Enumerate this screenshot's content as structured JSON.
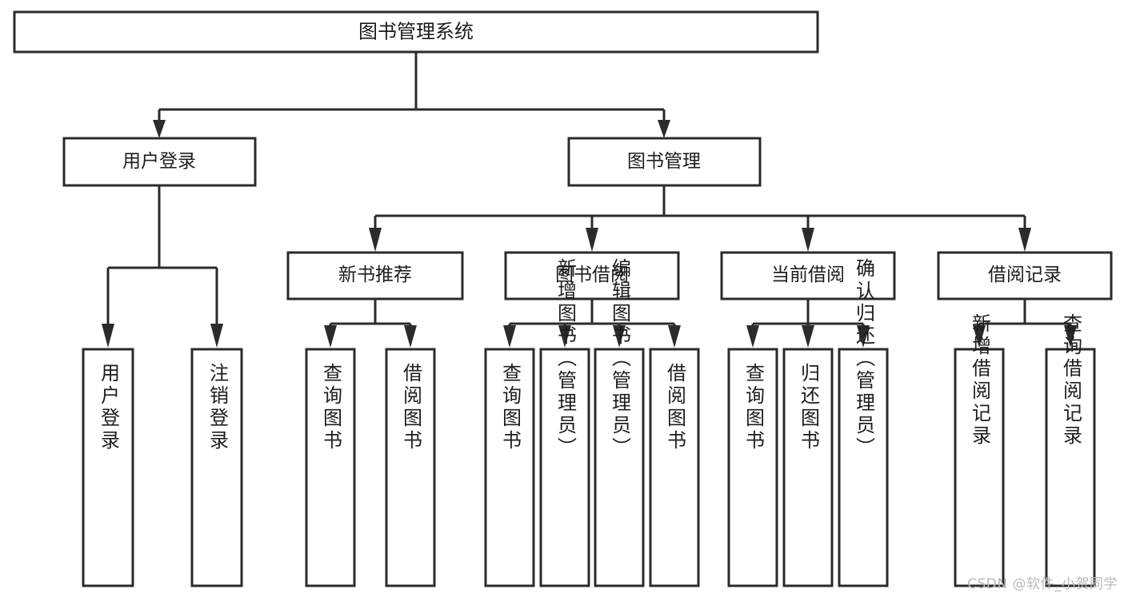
{
  "diagram": {
    "title_text": "图书管理系统",
    "type": "tree-hierarchy-chart",
    "line_color": "#2b2b2b",
    "box_fill": "#ffffff",
    "text_color": "#1d1d1d",
    "root": {
      "label": "图书管理系统",
      "name": "root-node"
    },
    "level2": [
      {
        "label": "用户登录",
        "name": "node-user-login"
      },
      {
        "label": "图书管理",
        "name": "node-book-management"
      }
    ],
    "level3": [
      {
        "label": "新书推荐",
        "name": "node-new-book-recommend"
      },
      {
        "label": "图书借阅",
        "name": "node-book-borrow"
      },
      {
        "label": "当前借阅",
        "name": "node-current-borrow"
      },
      {
        "label": "借阅记录",
        "name": "node-borrow-record"
      }
    ],
    "leaves": [
      {
        "label": "用户登录",
        "name": "leaf-user-login",
        "parent": "用户登录"
      },
      {
        "label": "注销登录",
        "name": "leaf-logout",
        "parent": "用户登录"
      },
      {
        "label": "查询图书",
        "name": "leaf-query-book-recommend",
        "parent": "新书推荐"
      },
      {
        "label": "借阅图书",
        "name": "leaf-borrow-book-recommend",
        "parent": "新书推荐"
      },
      {
        "label": "查询图书",
        "name": "leaf-query-book-borrow",
        "parent": "图书借阅"
      },
      {
        "label": "新增图书（管理员）",
        "name": "leaf-add-book-admin",
        "parent": "图书借阅"
      },
      {
        "label": "编辑图书（管理员）",
        "name": "leaf-edit-book-admin",
        "parent": "图书借阅"
      },
      {
        "label": "借阅图书",
        "name": "leaf-borrow-book",
        "parent": "图书借阅"
      },
      {
        "label": "查询图书",
        "name": "leaf-query-book-current",
        "parent": "当前借阅"
      },
      {
        "label": "归还图书",
        "name": "leaf-return-book",
        "parent": "当前借阅"
      },
      {
        "label": "确认归还（管理员）",
        "name": "leaf-confirm-return-admin",
        "parent": "当前借阅"
      },
      {
        "label": "新增借阅记录",
        "name": "leaf-add-borrow-record",
        "parent": "借阅记录"
      },
      {
        "label": "查询借阅记录",
        "name": "leaf-query-borrow-record",
        "parent": "借阅记录"
      }
    ]
  },
  "watermark": {
    "text": "CSDN @软件_小贺同学"
  }
}
